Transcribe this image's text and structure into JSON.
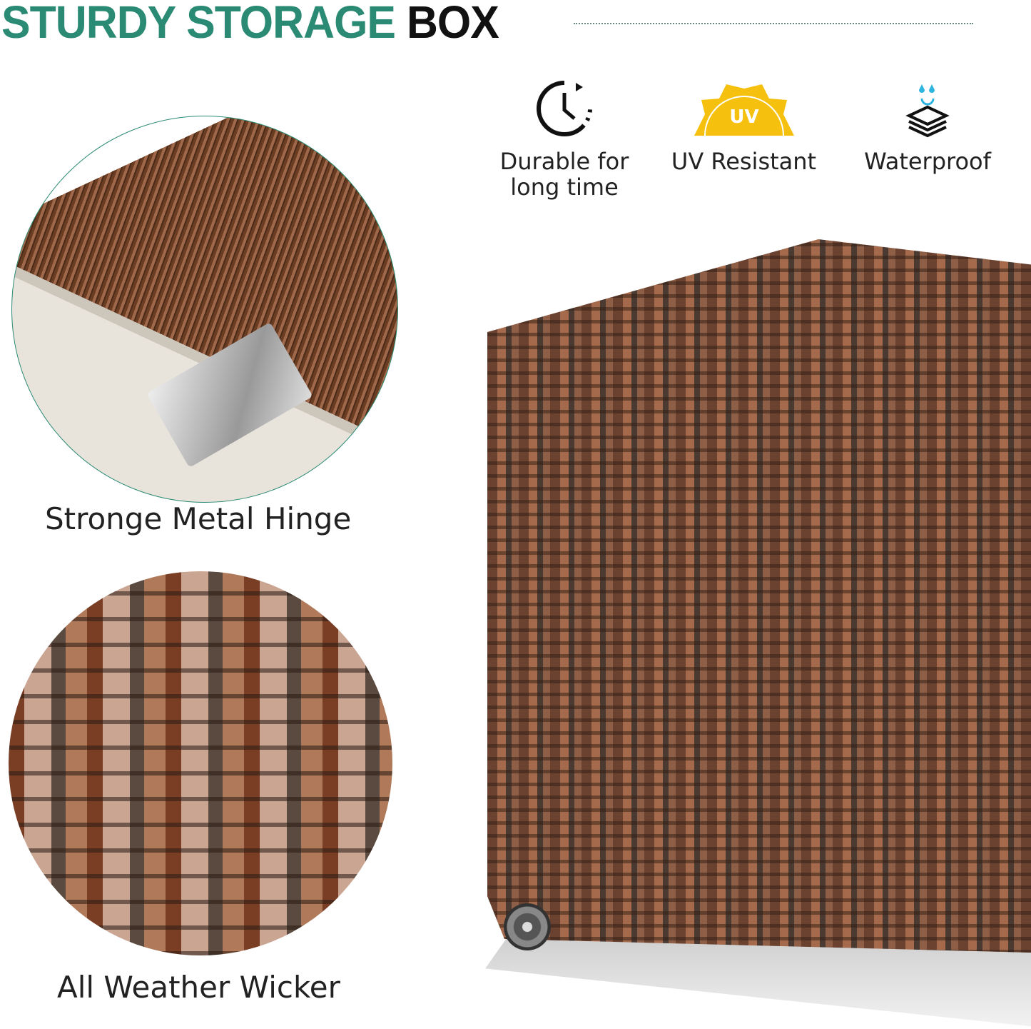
{
  "header": {
    "title_green": "STURDY STORAGE",
    "title_black": "BOX"
  },
  "colors": {
    "brand_green": "#2a8a73",
    "uv_yellow": "#f5c10e",
    "water_blue": "#2bb5e0"
  },
  "features": [
    {
      "icon": "clock-icon",
      "label": "Durable for long time"
    },
    {
      "icon": "uv-sun-icon",
      "label": "UV Resistant",
      "badge": "UV"
    },
    {
      "icon": "waterproof-layers-icon",
      "label": "Waterproof"
    }
  ],
  "details": [
    {
      "caption": "Stronge Metal Hinge"
    },
    {
      "caption": "All Weather Wicker"
    }
  ]
}
